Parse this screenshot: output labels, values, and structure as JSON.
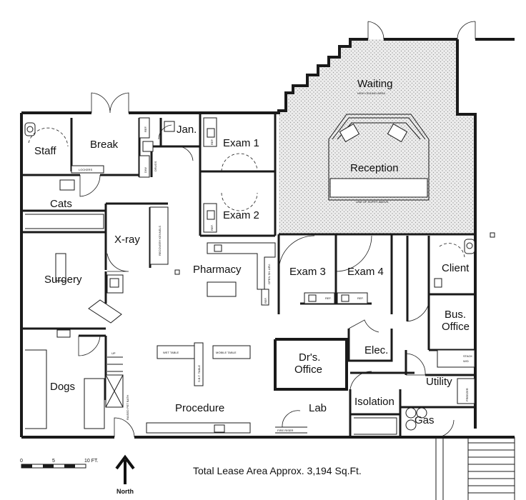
{
  "rooms": {
    "waiting": "Waiting",
    "waiting_note": "HIGH CEILING AREA",
    "reception": "Reception",
    "reception_note": "LINE OF SOFFIT ABOVE",
    "staff": "Staff",
    "break": "Break",
    "jan": "Jan.",
    "exam1": "Exam 1",
    "exam2": "Exam 2",
    "cats": "Cats",
    "xray": "X-ray",
    "pharmacy": "Pharmacy",
    "surgery": "Surgery",
    "exam3": "Exam 3",
    "exam4": "Exam 4",
    "client": "Client",
    "bus_office_line1": "Bus.",
    "bus_office_line2": "Office",
    "drs_office_line1": "Dr's.",
    "drs_office_line2": "Office",
    "elec": "Elec.",
    "utility": "Utility",
    "dogs": "Dogs",
    "procedure": "Procedure",
    "lab": "Lab",
    "isolation": "Isolation",
    "gas": "Gas"
  },
  "fixtures": {
    "lockers": "LOCKERS",
    "ref": "REF.",
    "dw": "D/W",
    "drugs": "DRUGS",
    "recovery_kennels": "RECOVERY KENNELS",
    "open_sh_arv": "OPEN SH. ARV.",
    "wet_table": "WET TABLE",
    "mobile_table": "MOBILE TABLE",
    "sbt_table": "S.B.T. TABLE",
    "raised_pet_bath": "RAISED PET BATH",
    "up": "UP",
    "stack_wd_line1": "STACK",
    "stack_wd_line2": "W/D",
    "freezer": "FREEZER",
    "fire_riser": "FIRE RISER"
  },
  "scale": {
    "zero": "0",
    "five": "5",
    "ten": "10 FT."
  },
  "north_label": "North",
  "total_area": "Total Lease Area Approx. 3,194 Sq.Ft."
}
